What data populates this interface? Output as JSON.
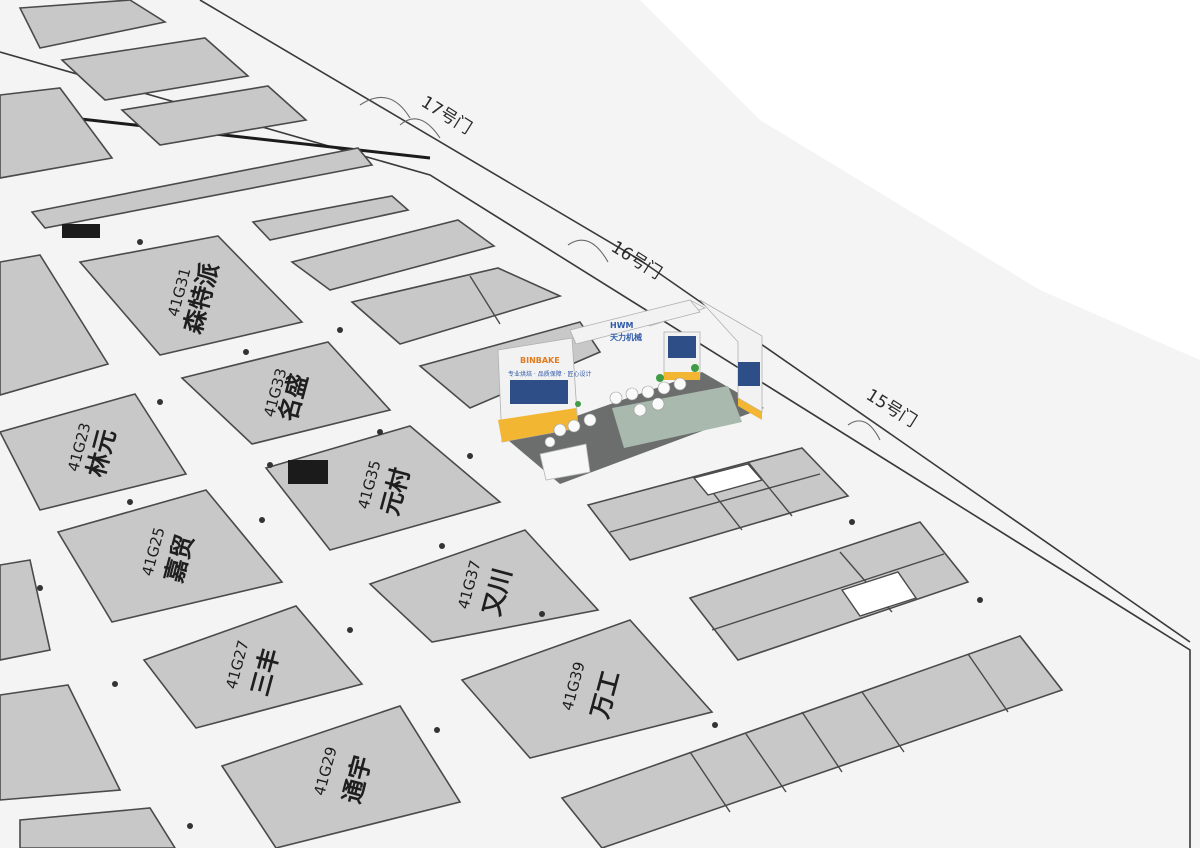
{
  "gates": [
    {
      "label": "17号门"
    },
    {
      "label": "16号门"
    },
    {
      "label": "15号门"
    }
  ],
  "booths": [
    {
      "code": "41G31",
      "name": "森特派"
    },
    {
      "code": "41G33",
      "name": "名盛"
    },
    {
      "code": "41G23",
      "name": "林元"
    },
    {
      "code": "41G35",
      "name": "元村"
    },
    {
      "code": "41G25",
      "name": "嘉贸"
    },
    {
      "code": "41G37",
      "name": "又川"
    },
    {
      "code": "41G27",
      "name": "三丰"
    },
    {
      "code": "41G39",
      "name": "万工"
    },
    {
      "code": "41G29",
      "name": "通宇"
    }
  ],
  "exhibitor_stand": {
    "brand": "BINBAKE",
    "slogan": "专业烘焙 · 品质保障 · 匠心设计",
    "header_logo": "HWM",
    "header_text": "天力机械"
  },
  "colors": {
    "booth_fill": "#c8c8c8",
    "booth_stroke": "#4a4a4a",
    "floor": "#f4f4f4",
    "accent_orange": "#f2b632",
    "carpet": "#a9b9ae"
  }
}
